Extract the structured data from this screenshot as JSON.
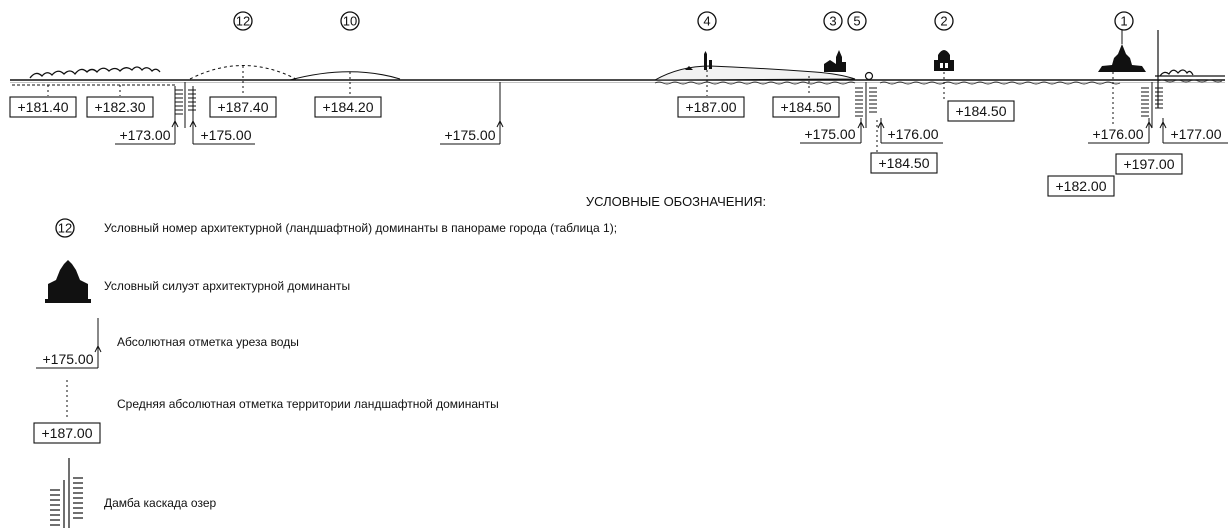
{
  "dominant_numbers": [
    "12",
    "10",
    "4",
    "3",
    "5",
    "2",
    "1"
  ],
  "elevations": {
    "e181_40": "+181.40",
    "e182_30": "+182.30",
    "e173_00": "+173.00",
    "e175_00a": "+175.00",
    "e187_40": "+187.40",
    "e184_20": "+184.20",
    "e175_00b": "+175.00",
    "e187_00": "+187.00",
    "e184_50a": "+184.50",
    "e175_00c": "+175.00",
    "e176_00a": "+176.00",
    "e184_50b": "+184.50",
    "e184_50c": "+184.50",
    "e176_00b": "+176.00",
    "e177_00": "+177.00",
    "e197_00": "+197.00",
    "e182_00": "+182.00"
  },
  "legend": {
    "title": "УСЛОВНЫЕ ОБОЗНАЧЕНИЯ:",
    "number_sample": "12",
    "number_desc": "Условный номер архитектурной (ландшафтной) доминанты в панораме города (таблица 1);",
    "silhouette_desc": "Условный силуэт архитектурной доминанты",
    "water_sample": "+175.00",
    "water_desc": "Абсолютная отметка уреза воды",
    "territory_sample": "+187.00",
    "territory_desc": "Средняя абсолютная отметка территории ландшафтной доминанты",
    "dam_desc": "Дамба каскада озер"
  }
}
